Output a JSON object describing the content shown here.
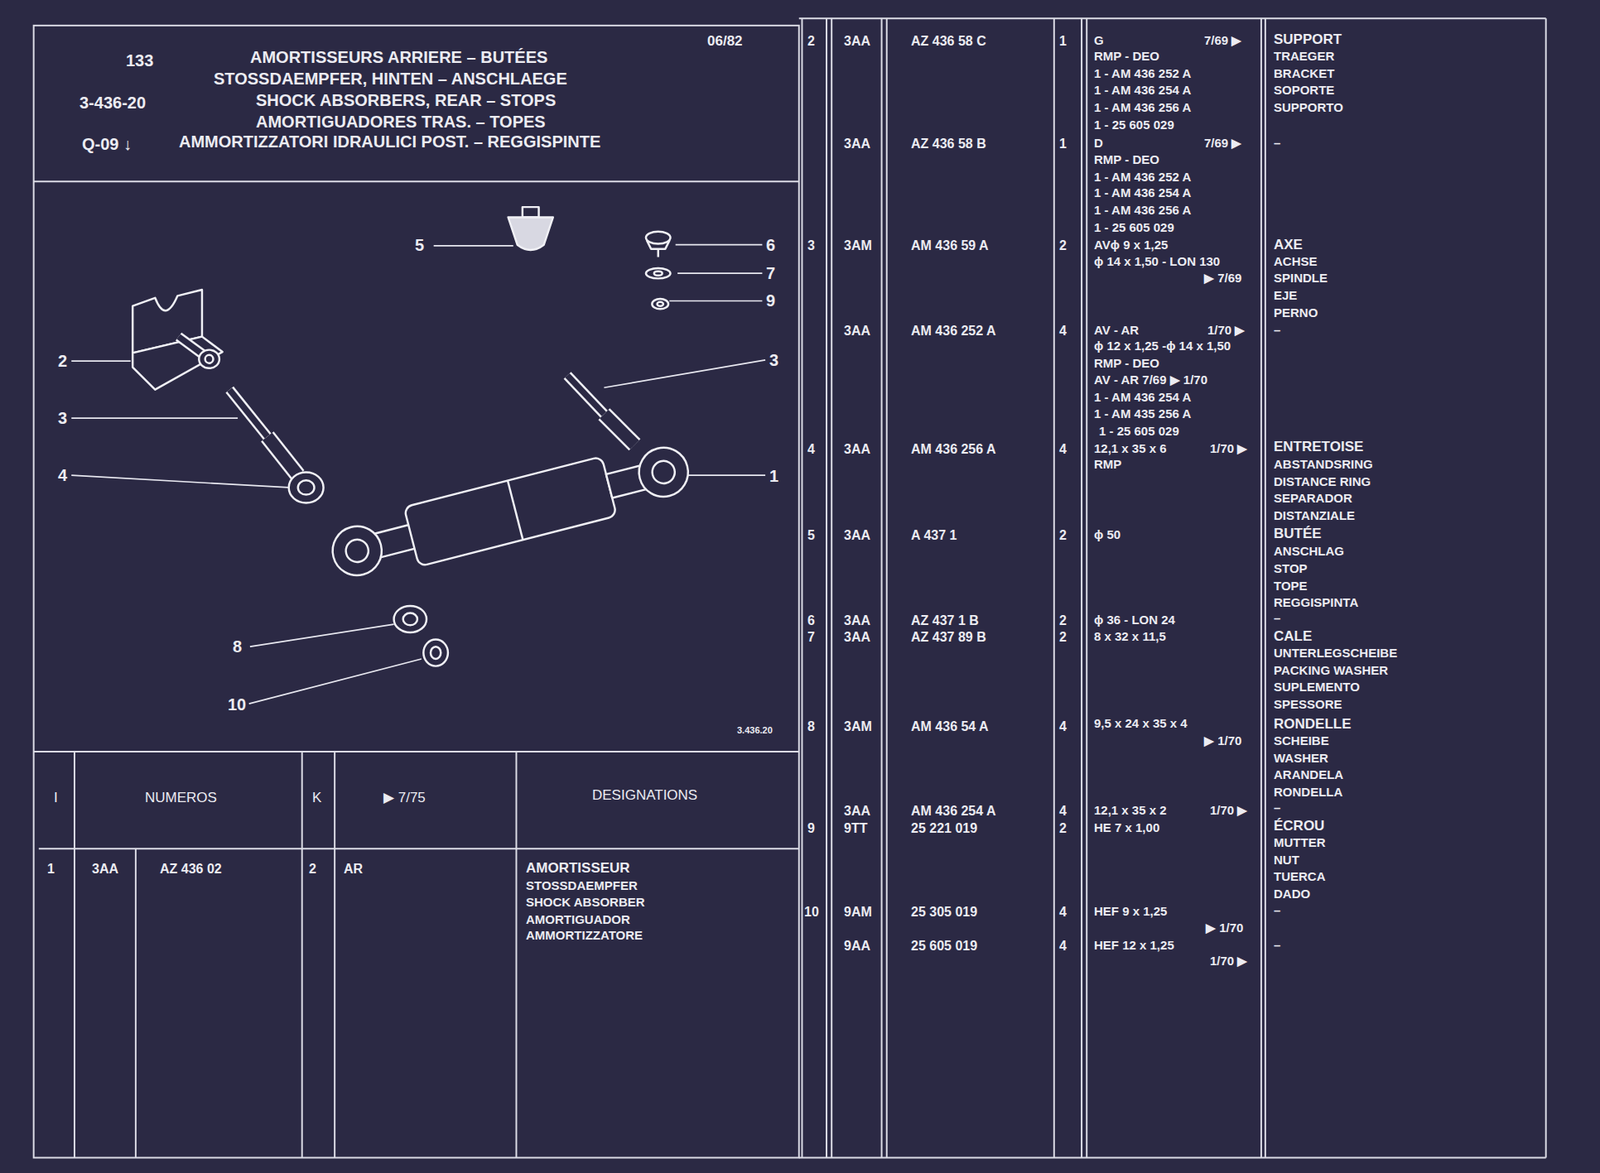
{
  "diagram": {
    "title": "AMORTISSEURS ARRIERE – BUTÉES",
    "labels": [
      "133",
      "3-436-20",
      "Q-09 ↓",
      "06/82",
      "STOSSDAEMPFER, HINTEN – ANSCHLAEGE",
      "SHOCK ABSORBERS, REAR – STOPS",
      "AMORTIGUADORES TRAS. – TOPES",
      "AMMORTIZZATORI IDRAULICI POST. – REGGISPINTE",
      "5",
      "6",
      "7",
      "9",
      "2",
      "3",
      "3",
      "4",
      "1",
      "8",
      "10",
      "3.436.20",
      "I",
      "NUMEROS",
      "K",
      "▶ 7/75",
      "DESIGNATIONS",
      "1",
      "3AA",
      "AZ 436 02",
      "2",
      "AR",
      "AMORTISSEUR",
      "STOSSDAEMPFER",
      "SHOCK ABSORBER",
      "AMORTIGUADOR",
      "AMMORTIZZATORE",
      "2",
      "3AA",
      "AZ 436 58 C",
      "1",
      "G",
      "7/69 ▶",
      "RMP - DEO",
      "1 - AM 436 252 A",
      "1 - AM 436 254 A",
      "1 - AM 436 256 A",
      "1 - 25 605 029",
      "SUPPORT",
      "TRAEGER",
      "BRACKET",
      "SOPORTE",
      "SUPPORTO",
      "3AA",
      "AZ 436 58 B",
      "1",
      "D",
      "7/69 ▶",
      "RMP - DEO",
      "1 - AM 436 252 A",
      "1 - AM 436 254 A",
      "1 - AM 436 256 A",
      "1 - 25 605 029",
      "–",
      "3",
      "3AM",
      "AM 436 59 A",
      "2",
      "AVϕ 9 x 1,25",
      "ϕ 14 x 1,50 - LON 130",
      "▶ 7/69",
      "AXE",
      "ACHSE",
      "SPINDLE",
      "EJE",
      "PERNO",
      "3AA",
      "AM 436 252 A",
      "4",
      "AV - AR",
      "1/70 ▶",
      "ϕ 12 x 1,25 -ϕ 14 x 1,50",
      "RMP - DEO",
      "AV - AR  7/69  ▶ 1/70",
      "1 - AM 436 254 A",
      "1 - AM 435 256 A",
      "1 - 25 605 029",
      "–",
      "4",
      "3AA",
      "AM 436 256 A",
      "4",
      "12,1 x 35 x 6",
      "1/70 ▶",
      "RMP",
      "ENTRETOISE",
      "ABSTANDSRING",
      "DISTANCE RING",
      "SEPARADOR",
      "DISTANZIALE",
      "5",
      "3AA",
      "A 437 1",
      "2",
      "ϕ 50",
      "BUTÉE",
      "ANSCHLAG",
      "STOP",
      "TOPE",
      "REGGISPINTA",
      "6",
      "3AA",
      "AZ 437 1 B",
      "2",
      "ϕ 36 - LON 24",
      "–",
      "7",
      "3AA",
      "AZ 437 89 B",
      "2",
      "8 x 32 x 11,5",
      "CALE",
      "UNTERLEGSCHEIBE",
      "PACKING WASHER",
      "SUPLEMENTO",
      "SPESSORE",
      "8",
      "3AM",
      "AM 436 54 A",
      "4",
      "9,5 x 24 x 35 x 4",
      "▶ 1/70",
      "RONDELLE",
      "SCHEIBE",
      "WASHER",
      "ARANDELA",
      "RONDELLA",
      "3AA",
      "AM 436 254 A",
      "4",
      "12,1 x 35 x 2",
      "1/70 ▶",
      "–",
      "9",
      "9TT",
      "25 221 019",
      "2",
      "HE 7 x 1,00",
      "ÉCROU",
      "MUTTER",
      "NUT",
      "TUERCA",
      "DADO",
      "–",
      "10",
      "9AM",
      "25 305 019",
      "4",
      "HEF 9 x 1,25",
      "▶ 1/70",
      "9AA",
      "25 605 019",
      "4",
      "HEF 12 x 1,25",
      "1/70 ▶",
      "–"
    ]
  }
}
